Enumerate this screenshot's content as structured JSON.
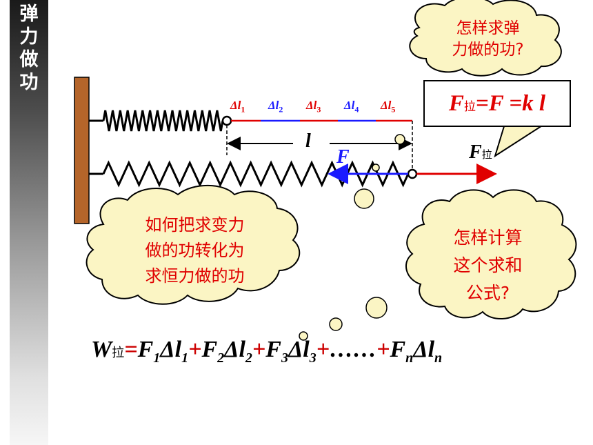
{
  "sidebar": {
    "chars": [
      "弹",
      "力",
      "做",
      "功"
    ]
  },
  "bubbles": {
    "top_right": [
      "怎样求弹",
      "力做的功?"
    ],
    "left": [
      "如何把求变力",
      "做的功转化为",
      "求恒力做的功"
    ],
    "right": [
      "怎样计算",
      "这个求和",
      "公式?"
    ]
  },
  "segments": [
    {
      "label": "Δl",
      "sub": "1"
    },
    {
      "label": "Δl",
      "sub": "2"
    },
    {
      "label": "Δl",
      "sub": "3"
    },
    {
      "label": "Δl",
      "sub": "4"
    },
    {
      "label": "Δl",
      "sub": "5"
    }
  ],
  "length_label": "l",
  "force_left_label": "F",
  "force_right": {
    "main": "F",
    "sub": "拉"
  },
  "force_equation": {
    "F": "F",
    "sub": "拉",
    "rest": "=F =k l"
  },
  "formula": {
    "W": "W",
    "W_sub": "拉",
    "eq": "=",
    "t1": "F",
    "t1s": "1",
    "d1": "Δl",
    "d1s": "1",
    "p1": "+",
    "t2": "F",
    "t2s": "2",
    "d2": "Δl",
    "d2s": "2",
    "p2": "+",
    "t3": "F",
    "t3s": "3",
    "d3": "Δl",
    "d3s": "3",
    "p3": "+",
    "dots": "……",
    "p4": "+",
    "tn": "F",
    "tns": "n",
    "dn": "Δl",
    "dns": "n"
  },
  "colors": {
    "red": "#e00000",
    "blue": "#1a1aff",
    "bubble": "#fbf5c4",
    "wall": "#b5652a"
  }
}
